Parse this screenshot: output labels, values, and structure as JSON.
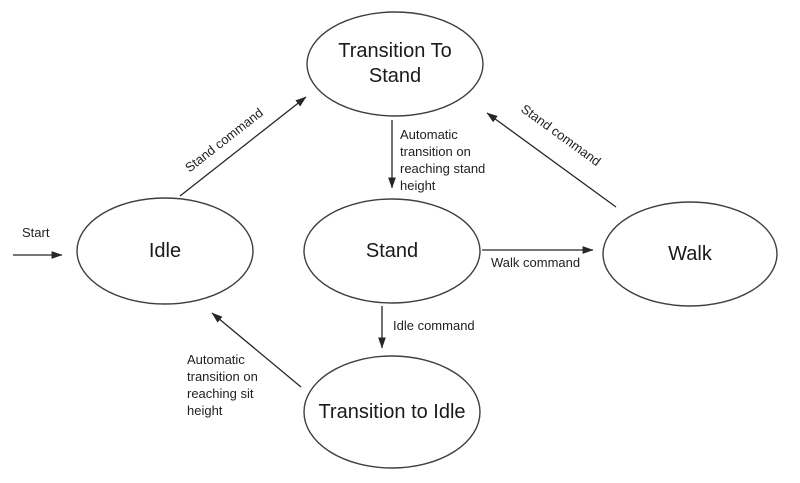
{
  "diagram": {
    "type": "state-machine",
    "colors": {
      "background": "#ffffff",
      "node_stroke": "#3f3f3f",
      "arrow": "#262626",
      "text": "#1a1a1a"
    },
    "nodes": [
      {
        "id": "transition-to-stand",
        "label": "Transition To Stand"
      },
      {
        "id": "idle",
        "label": "Idle"
      },
      {
        "id": "stand",
        "label": "Stand"
      },
      {
        "id": "walk",
        "label": "Walk"
      },
      {
        "id": "transition-to-idle",
        "label": "Transition to Idle"
      }
    ],
    "edges": [
      {
        "from": "entry",
        "to": "idle",
        "label": "Start"
      },
      {
        "from": "idle",
        "to": "transition-to-stand",
        "label": "Stand command"
      },
      {
        "from": "transition-to-stand",
        "to": "stand",
        "label": "Automatic transition on reaching stand height"
      },
      {
        "from": "walk",
        "to": "transition-to-stand",
        "label": "Stand command"
      },
      {
        "from": "stand",
        "to": "walk",
        "label": "Walk command"
      },
      {
        "from": "stand",
        "to": "transition-to-idle",
        "label": "Idle command"
      },
      {
        "from": "transition-to-idle",
        "to": "idle",
        "label": "Automatic transition on reaching sit height"
      }
    ]
  }
}
